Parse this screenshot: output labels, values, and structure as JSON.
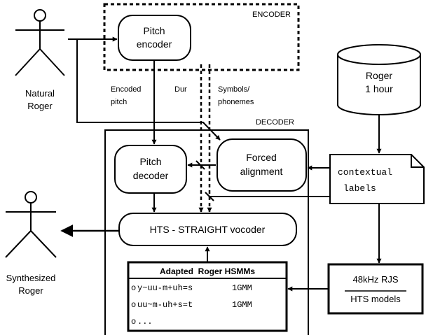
{
  "actors": {
    "natural": {
      "line1": "Natural",
      "line2": "Roger"
    },
    "synthesized": {
      "line1": "Synthesized",
      "line2": "Roger"
    }
  },
  "encoder": {
    "region_label": "ENCODER",
    "pitch_encoder": {
      "line1": "Pitch",
      "line2": "encoder"
    }
  },
  "decoder": {
    "region_label": "DECODER",
    "pitch_decoder": {
      "line1": "Pitch",
      "line2": "decoder"
    },
    "forced_alignment": {
      "line1": "Forced",
      "line2": "alignment"
    },
    "vocoder": {
      "label": "HTS - STRAIGHT vocoder"
    }
  },
  "flows": {
    "encoded_pitch": {
      "line1": "Encoded",
      "line2": "pitch"
    },
    "dur": "Dur",
    "symbols": {
      "line1": "Symbols/",
      "line2": "phonemes"
    }
  },
  "database": {
    "line1": "Roger",
    "line2": "1 hour"
  },
  "contextual_labels": {
    "line1": "contextual",
    "line2": "labels"
  },
  "hts_models": {
    "line1": "48kHz RJS",
    "line2": "HTS models"
  },
  "hsmm": {
    "title": "Adapted  Roger HSMMs",
    "rows": [
      {
        "bullet": "o",
        "phone": "y~uu-m+uh=s",
        "gmm": "1GMM"
      },
      {
        "bullet": "o",
        "phone": "uu~m-uh+s=t",
        "gmm": "1GMM"
      },
      {
        "bullet": "o",
        "phone": "...",
        "gmm": ""
      }
    ]
  },
  "colors": {
    "stroke": "#000000",
    "background": "#ffffff"
  }
}
